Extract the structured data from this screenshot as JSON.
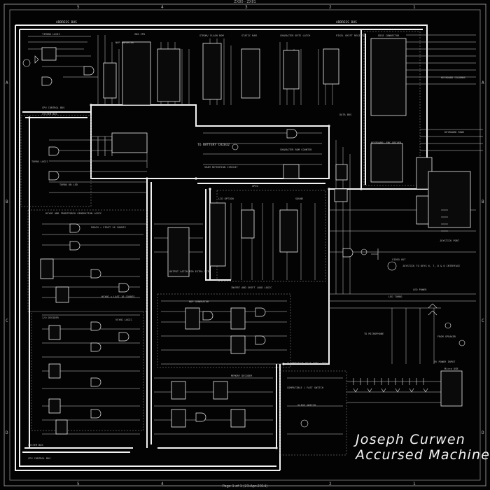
{
  "header": {
    "top_text": "ZX80 - ZX81"
  },
  "footer": {
    "text": "Page 1 of 1 (23-Apr-2014)"
  },
  "album": {
    "artist": "Joseph Curwen",
    "title": "Accursed Machine"
  },
  "schematic": {
    "labels": {
      "address_bus_1": "ADDRESS BUS",
      "address_bus_2": "ADDRESS BUS",
      "timing_logic": "TIMING LOGIC",
      "z80_cpu": "Z80 CPU",
      "nop_enforcer": "NOP ENFORCER",
      "flash_rom": "STROM/ FLASH ROM",
      "static_ram": "STATIC RAM",
      "char_latch": "CHARACTER BYTE LATCH",
      "pixel_shift": "PIXEL SHIFT REGISTER",
      "edge_connector": "EDGE CONNECTOR",
      "data_bus": "DATA BUS",
      "cpu_control_bus": "CPU CONTROL BUS",
      "system_bus": "SYSTEM BUS",
      "keyboard_columns": "KEYBOARD COLUMNS",
      "keyboard_rows": "KEYBOARD ROWS",
      "keyboard_driver": "KEYBOARD/ EMC DRIVER",
      "turbo_logic": "TURBO LOGIC",
      "turbo_led": "TURBO ON LED",
      "to_battery": "TO BATTERY CR2032",
      "sram_retention": "SRAM RETENTION CIRCUIT",
      "char_rom_counter": "CHARACTER ROM COUNTER",
      "gpio": "GPIO",
      "lcd_option": "LCD OPTION",
      "sound": "SOUND",
      "joystick_port": "JOYSTICK PORT",
      "joystick_keys": "JOYSTICK TO KEYS 6, 7, 8 & 0 INTERFACE",
      "hsync_logic": "HSYNC AND FRONTPORCH GENERATION LOGIC",
      "porch_first": "PORCH = FIRST 16 COUNTS",
      "hsync_last": "HSYNC = LAST 16 COUNTS",
      "output_latch": "OUTPUT LATCH FOR EXTRA GPIO",
      "invert_shift": "INVERT AND SHIFT LOAD LOGIC",
      "nop_generator": "NOP GENERATOR",
      "io_decoder": "I/O DECODER",
      "vsync_logic": "VSYNC LOGIC",
      "memory_decoder": "MEMORY DECODER",
      "alt_wait": "ALTERNATIVE WAIT SYNC LOGIC",
      "fast_switch": "COMPATIBLE / FAST SWITCH",
      "power_input": "5V POWER INPUT",
      "mini_usb": "Micro USB",
      "to_microphone": "TO MICROPHONE",
      "from_speaker": "FROM SPEAKER",
      "video_out": "VIDEO OUT",
      "led_power": "LED POWER",
      "led_turbo": "LED TURBO",
      "slide_switch": "SLIDE SWITCH"
    }
  }
}
